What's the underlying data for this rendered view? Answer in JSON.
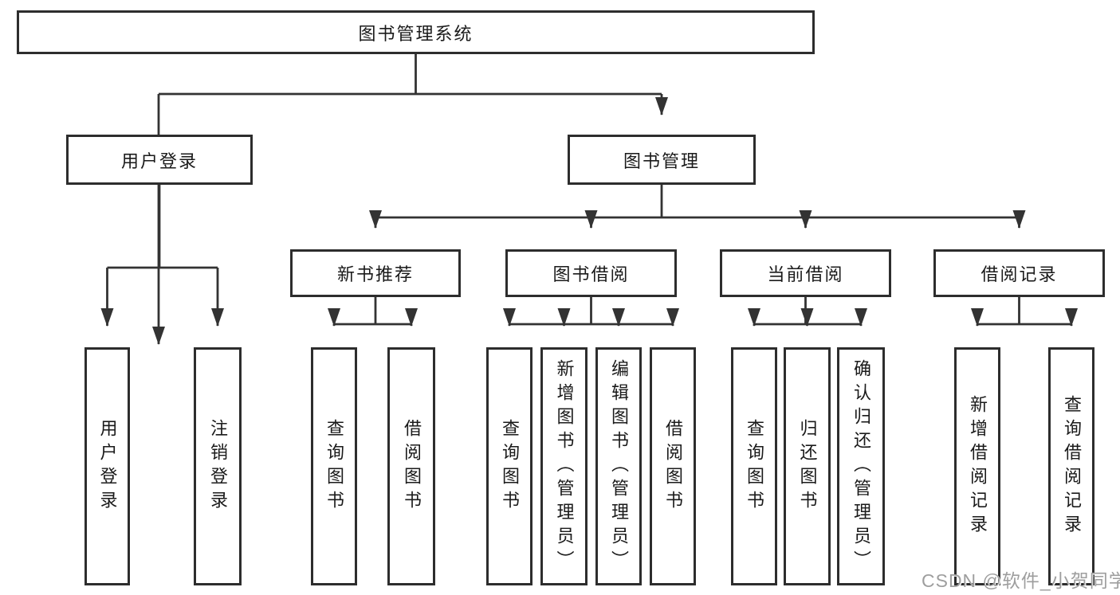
{
  "nodes": {
    "root": "图书管理系统",
    "user_login": "用户登录",
    "book_mgmt": "图书管理",
    "new_book_rec": "新书推荐",
    "book_borrow": "图书借阅",
    "current_borrow": "当前借阅",
    "borrow_records": "借阅记录",
    "ul_login": "用户登录",
    "ul_logout": "注销登录",
    "nr_query": "查询图书",
    "nr_borrow": "借阅图书",
    "bb_query": "查询图书",
    "bb_add": "新增图书（管理员）",
    "bb_edit": "编辑图书（管理员）",
    "bb_borrow": "借阅图书",
    "cb_query": "查询图书",
    "cb_return": "归还图书",
    "cb_confirm": "确认归还（管理员）",
    "br_add": "新增借阅记录",
    "br_query": "查询借阅记录"
  },
  "watermark": "CSDN @软件_小贺同学",
  "colors": {
    "line": "#333333",
    "border": "#2d2d2d",
    "text": "#1a1a1a",
    "watermark": "#9e9e9e",
    "background": "#ffffff"
  }
}
